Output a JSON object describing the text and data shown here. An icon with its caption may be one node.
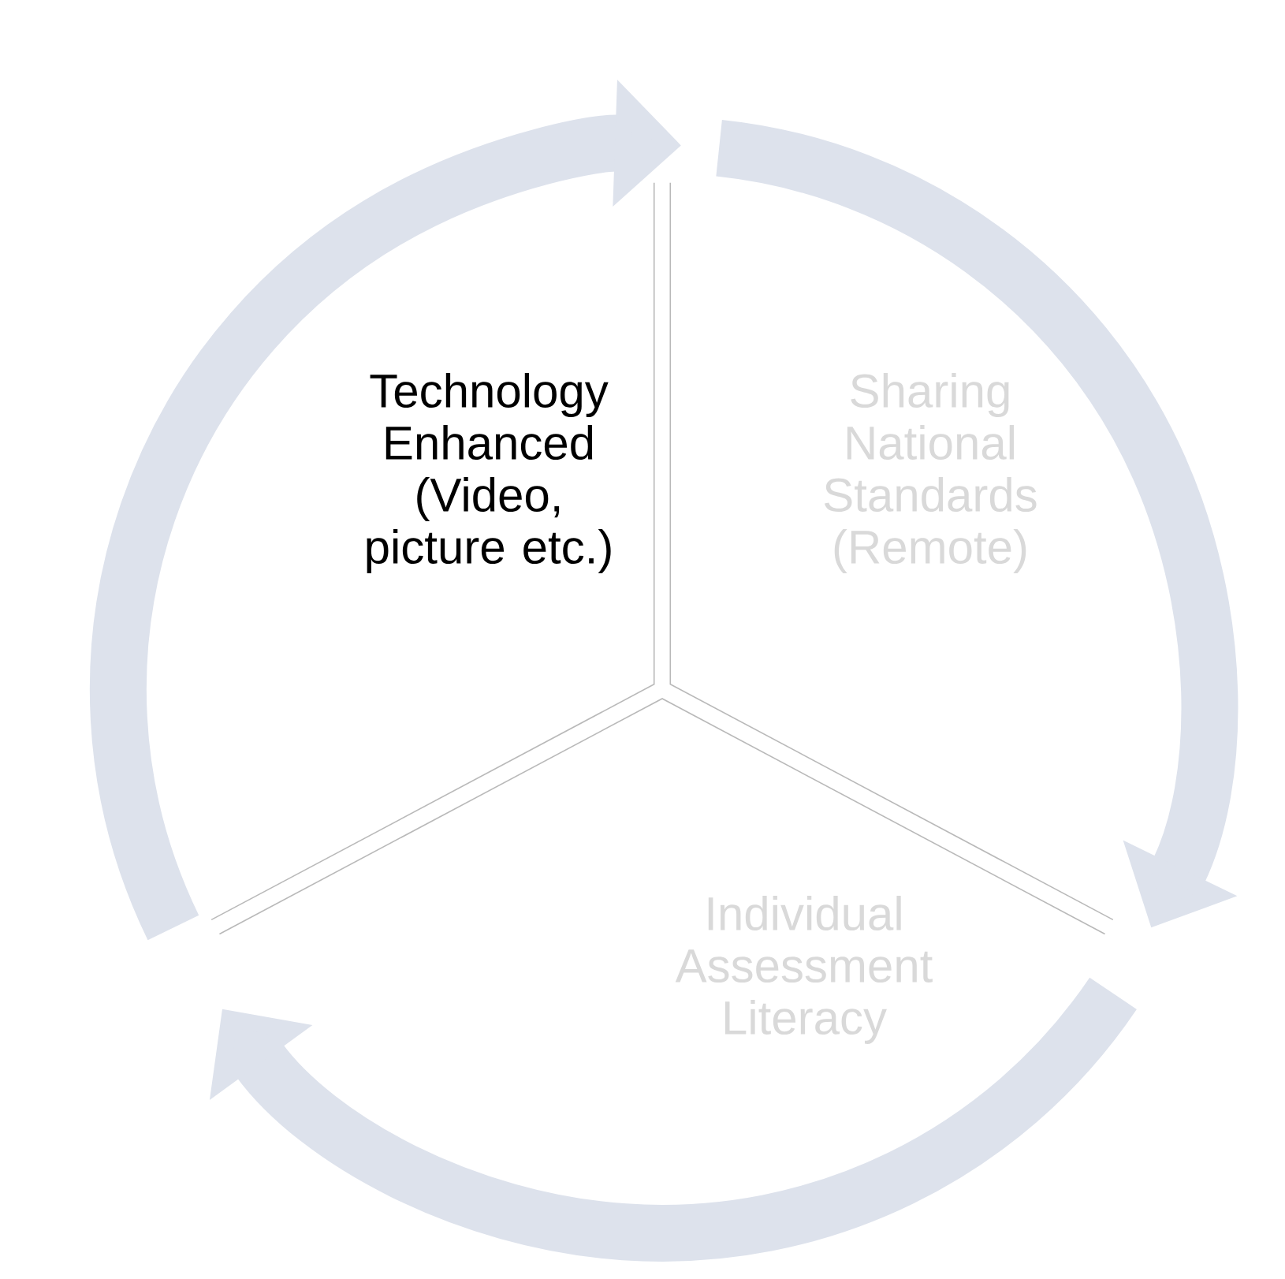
{
  "diagram": {
    "nodes": [
      {
        "text": [
          "Technology Enhanced (Video, picture etc.)"
        ]
      },
      {
        "text": [
          "Sharing National Standards (Remote)"
        ]
      },
      {
        "text": [
          "Individual Assessment Literacy"
        ]
      }
    ]
  }
}
